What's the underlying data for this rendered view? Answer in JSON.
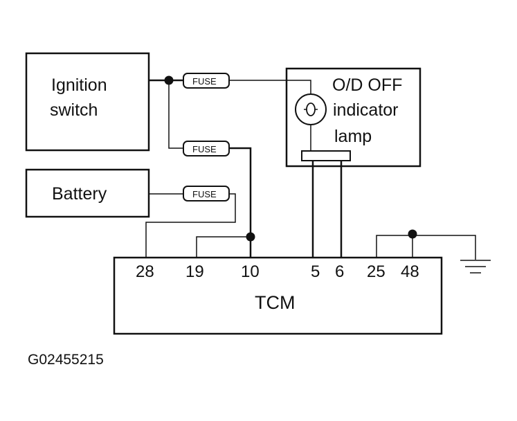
{
  "components": {
    "ignition_switch": {
      "line1": "Ignition",
      "line2": "switch"
    },
    "battery": {
      "label": "Battery"
    },
    "indicator_lamp": {
      "line1": "O/D OFF",
      "line2": "indicator",
      "line3": "lamp"
    },
    "tcm": {
      "label": "TCM"
    }
  },
  "fuses": [
    {
      "label": "FUSE"
    },
    {
      "label": "FUSE"
    },
    {
      "label": "FUSE"
    }
  ],
  "tcm_pins": [
    "28",
    "19",
    "10",
    "5",
    "6",
    "25",
    "48"
  ],
  "figure_code": "G02455215"
}
